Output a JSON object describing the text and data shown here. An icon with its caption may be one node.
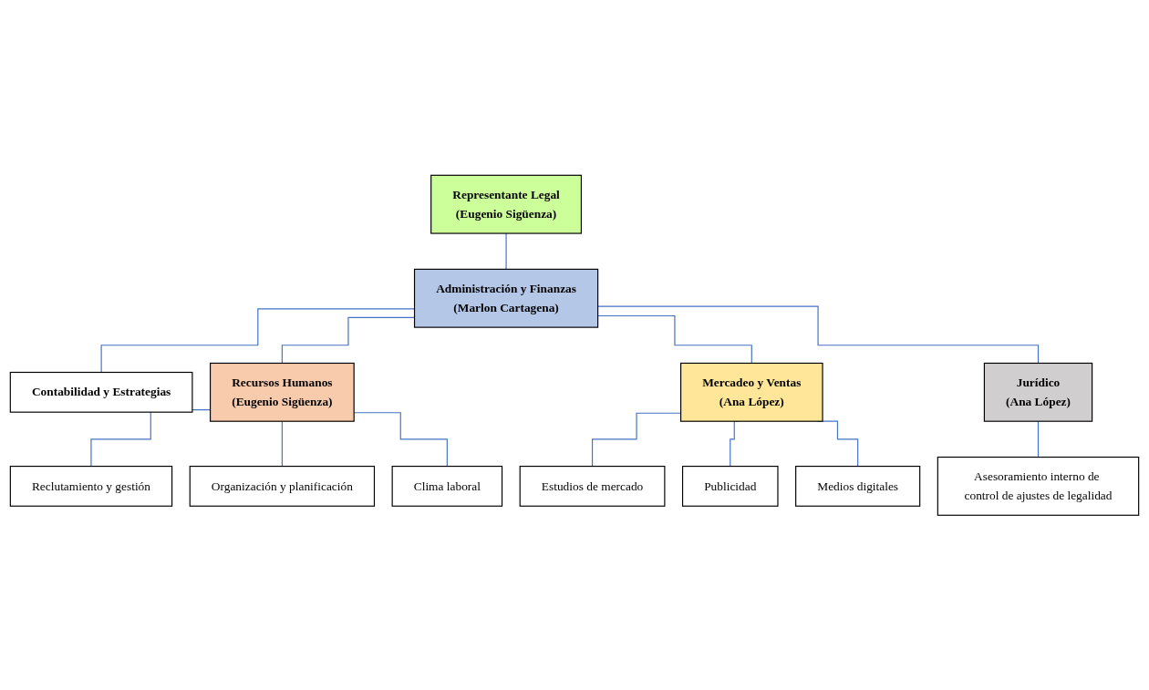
{
  "diagram": {
    "nodes": [
      {
        "text": [
          "Representante Legal",
          "(Eugenio Sigüenza)"
        ]
      },
      {
        "text": [
          "Administración y Finanzas",
          "(Marlon Cartagena)"
        ]
      },
      {
        "text": [
          "Contabilidad y Estrategias"
        ]
      },
      {
        "text": [
          "Recursos Humanos",
          "(Eugenio Sigüenza)"
        ]
      },
      {
        "text": [
          "Mercadeo y Ventas",
          "(Ana López)"
        ]
      },
      {
        "text": [
          "Jurídico",
          "(Ana López)"
        ]
      },
      {
        "text": [
          "Reclutamiento y gestión"
        ]
      },
      {
        "text": [
          "Organización y planificación"
        ]
      },
      {
        "text": [
          "Clima laboral"
        ]
      },
      {
        "text": [
          "Estudios de mercado"
        ]
      },
      {
        "text": [
          "Publicidad"
        ]
      },
      {
        "text": [
          "Medios digitales"
        ]
      },
      {
        "text": [
          "Asesoramiento interno de control de ajustes de legalidad"
        ]
      }
    ],
    "edges": [
      {
        "from": 0,
        "to": 1,
        "arrow": "none"
      },
      {
        "from": 1,
        "to": 2,
        "arrow": "none"
      },
      {
        "from": 1,
        "to": 3,
        "arrow": "none"
      },
      {
        "from": 1,
        "to": 4,
        "arrow": "none"
      },
      {
        "from": 1,
        "to": 5,
        "arrow": "none"
      },
      {
        "from": 3,
        "to": 6,
        "arrow": "none"
      },
      {
        "from": 3,
        "to": 7,
        "arrow": "none"
      },
      {
        "from": 3,
        "to": 8,
        "arrow": "none"
      },
      {
        "from": 4,
        "to": 9,
        "arrow": "none"
      },
      {
        "from": 4,
        "to": 10,
        "arrow": "none"
      },
      {
        "from": 4,
        "to": 11,
        "arrow": "none"
      },
      {
        "from": 5,
        "to": 12,
        "arrow": "none"
      }
    ]
  }
}
